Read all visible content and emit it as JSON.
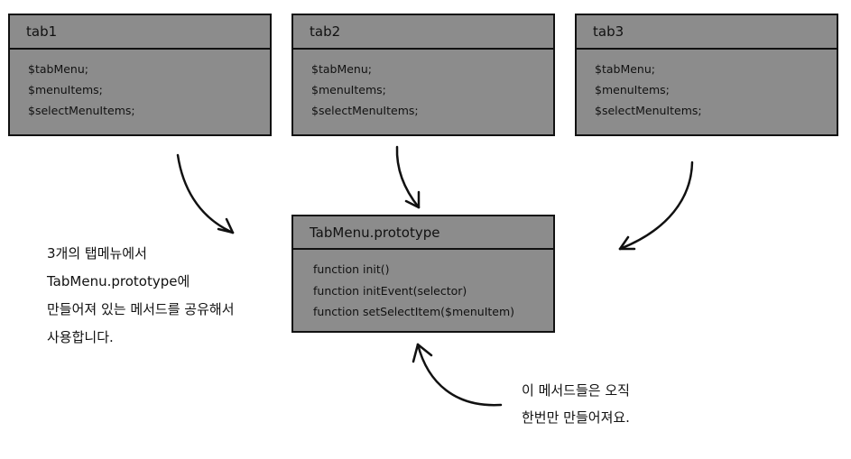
{
  "tabs": [
    {
      "title": "tab1",
      "lines": [
        "$tabMenu;",
        "$menuItems;",
        "$selectMenuItems;"
      ]
    },
    {
      "title": "tab2",
      "lines": [
        "$tabMenu;",
        "$menuItems;",
        "$selectMenuItems;"
      ]
    },
    {
      "title": "tab3",
      "lines": [
        "$tabMenu;",
        "$menuItems;",
        "$selectMenuItems;"
      ]
    }
  ],
  "prototype": {
    "title": "TabMenu.prototype",
    "lines": [
      "function init()",
      "function initEvent(selector)",
      "function setSelectItem($menuItem)"
    ]
  },
  "note_left": {
    "lines": [
      "3개의 탭메뉴에서",
      "TabMenu.prototype에",
      "만들어져 있는 메서드를  공유해서",
      "사용합니다."
    ]
  },
  "note_right": {
    "lines": [
      "이 메서드들은 오직",
      "한번만 만들어져요."
    ]
  },
  "colors": {
    "box_fill": "#8c8c8c",
    "stroke": "#111111",
    "background": "#ffffff"
  }
}
